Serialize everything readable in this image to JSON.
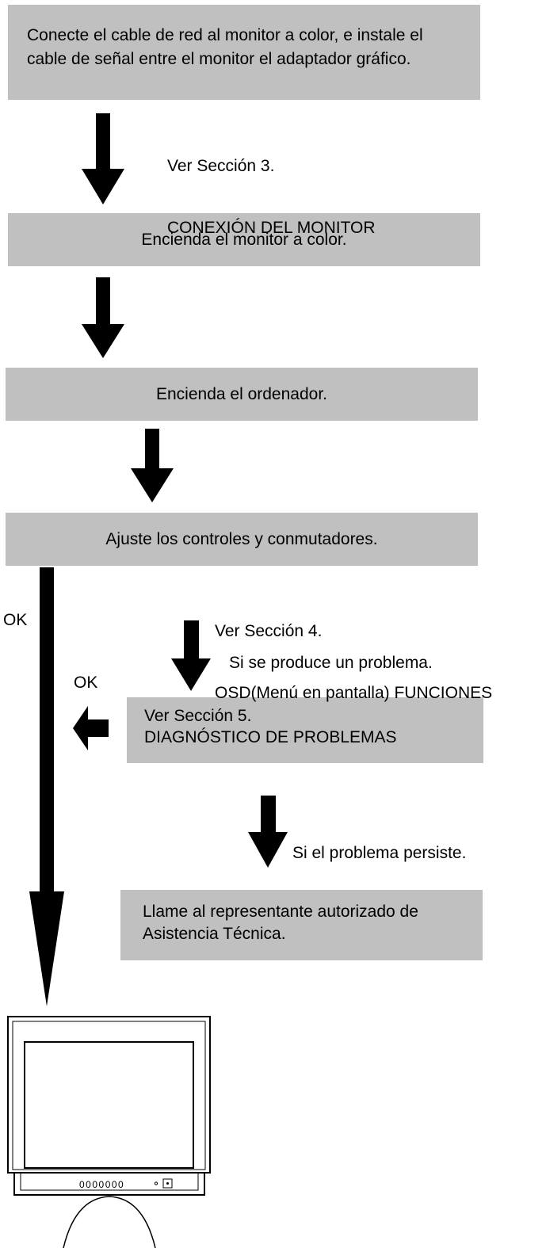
{
  "steps": {
    "step1": "Conecte el cable de red al monitor a color, e instale el cable de señal entre el monitor el adaptador gráfico.",
    "step2": "Encienda el monitor a color.",
    "step3": "Encienda el ordenador.",
    "step4": "Ajuste los controles y conmutadores.",
    "step5_line1": "Ver Sección 5.",
    "step5_line2": "DIAGNÓSTICO DE PROBLEMAS",
    "step6_line1": "Llame al representante autorizado de",
    "step6_line2": "Asistencia Técnica."
  },
  "annotations": {
    "ref3_line1": "Ver Sección 3.",
    "ref3_line2": "CONEXIÓN DEL MONITOR",
    "ref4_line1": "Ver Sección 4.",
    "ref4_line2": "OSD(Menú en pantalla) FUNCIONES",
    "ok_main": "OK",
    "ok_side": "OK",
    "if_problem": "Si se produce un problema.",
    "if_persists": "Si el problema persiste."
  },
  "monitor_controls": {
    "button_dots": "0000000"
  },
  "colors": {
    "box_fill": "#c0c0c0",
    "arrow": "#000000"
  }
}
